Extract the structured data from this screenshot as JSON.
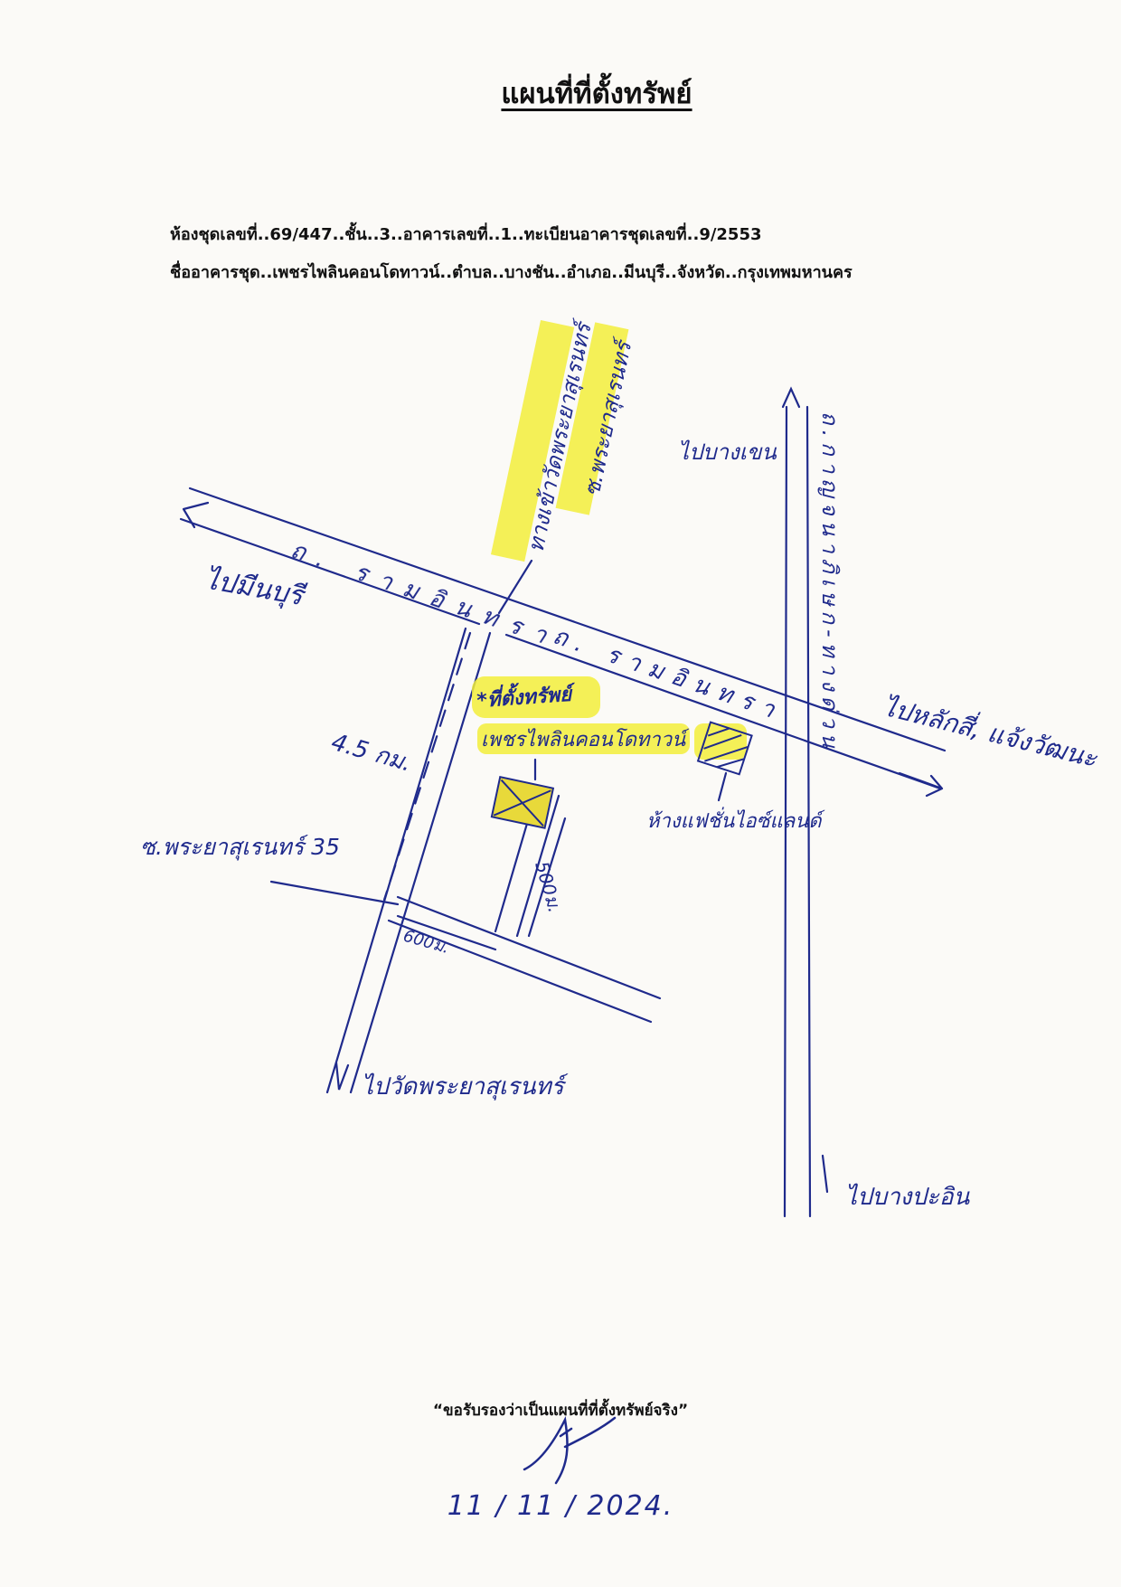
{
  "title": "แผนที่ที่ตั้งทรัพย์",
  "header": {
    "unit_label": "ห้องชุดเลขที่..",
    "unit_no": "69/447",
    "floor_label": "..ชั้น..",
    "floor": "3",
    "building_label": "..อาคารเลขที่..",
    "building_no": "1",
    "register_label": "..ทะเบียนอาคารชุดเลขที่..",
    "register_no": "9/2553",
    "condo_label": "ชื่ออาคารชุด..",
    "condo_name": "เพชรไพลินคอนโดทาวน์",
    "subdistrict_label": "..ตำบล..",
    "subdistrict": "บางชัน",
    "district_label": "..อำเภอ..",
    "district": "มีนบุรี",
    "province_label": "..จังหวัด..",
    "province": "กรุงเทพมหานคร"
  },
  "map": {
    "colors": {
      "ink": "#1f2a8c",
      "highlight": "#f2ee3a",
      "marker": "#e8d93a"
    },
    "labels": {
      "to_minburi": "ไปมีนบุรี",
      "ramindra_road_1": "ถ. รามอินทรา",
      "ramindra_road_2": "ถ. รามอินทรา",
      "wat_entrance": "ทางเข้าวัดพระยาสุเรนทร์",
      "soi_phraya": "ซ.พระยาสุเรนทร์",
      "to_bang_khen": "ไปบางเขน",
      "kanchana_road": "ถ.กาญจนาภิเษก-ทางด่วน",
      "to_lak_si": "ไปหลักสี่, แจ้งวัฒนะ",
      "property_marker": "*ที่ตั้งทรัพย์",
      "condo_name_map": "เพชรไพลินคอนโดทาวน์",
      "distance_4_5km": "4.5 กม.",
      "distance_500m": "500ม.",
      "distance_600m": "600ม.",
      "soi_35": "ซ.พระยาสุเรนทร์ 35",
      "fashion_island": "ห้างแฟชั่นไอซ์แลนด์",
      "to_wat_phraya": "ไปวัดพระยาสุเรนทร์",
      "to_bang_pakong": "ไปบางปะอิน"
    }
  },
  "certification": "“ขอรับรองว่าเป็นแผนที่ที่ตั้งทรัพย์จริง”",
  "date": "11 / 11 / 2024."
}
